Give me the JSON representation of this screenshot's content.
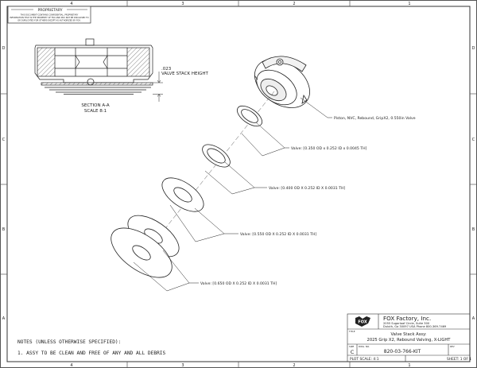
{
  "border": {
    "top_zones": [
      "4",
      "3",
      "2",
      "1"
    ],
    "bottom_zones": [
      "4",
      "3",
      "2",
      "1"
    ],
    "left_zones": [
      "D",
      "C",
      "B",
      "A"
    ],
    "right_zones": [
      "D",
      "C",
      "B",
      "A"
    ]
  },
  "proprietary": {
    "title": "PROPRIETARY",
    "line1": "THIS DOCUMENT CONTAINS CONFIDENTIAL, PROPRIETARY",
    "line2": "INFORMATION THAT IS THE PROPERTY OF FOX AND MAY NOT BE DISCLOSED TO",
    "line3": "OR DUPLICATED FOR OTHERS EXCEPT AS AUTHORIZED BY FOX."
  },
  "section_view": {
    "dimension_value": ".023",
    "dimension_label": "VALVE STACK HEIGHT",
    "caption_line1": "SECTION A-A",
    "caption_line2": "SCALE 8:1"
  },
  "callouts": {
    "piston": "Piston, NVC, Rebound, GripX2, 0.550in Valve",
    "valve1": "Valve: [0.350 OD x 0.252 ID x 0.0045 TH]",
    "valve2": "Valve: [0.400 OD X 0.252 ID X 0.0031 TH]",
    "valve3": "Valve: [0.550 OD X 0.252 ID X 0.0031 TH]",
    "valve4": "Valve: [0.650 OD X 0.252 ID X 0.0031 TH]"
  },
  "notes": {
    "heading": "NOTES (UNLESS OTHERWISE SPECIFIED):",
    "item1": "1. ASSY TO BE CLEAN AND FREE OF ANY AND ALL DEBRIS"
  },
  "title_block": {
    "logo_text": "FOX",
    "company": "FOX Factory, Inc.",
    "address1": "2055 Sugarloaf Circle, Suite 300",
    "address2": "Duluth, Ga 30097 USA Phone 800-369-7469",
    "title_label": "TITLE",
    "title_line1": "Valve Stack Assy:",
    "title_line2": "2025 Grip X2, Rebound Valving, X-LIGHT",
    "size_label": "SIZE",
    "size_value": "C",
    "dwg_label": "DWG. NO.",
    "dwg_value": "820-03-766-KIT",
    "rev_label": "REV",
    "rev_value": "",
    "scale_label": "PLOT SCALE: 4:1",
    "sheet_label": "SHEET: 1 OF 1"
  }
}
